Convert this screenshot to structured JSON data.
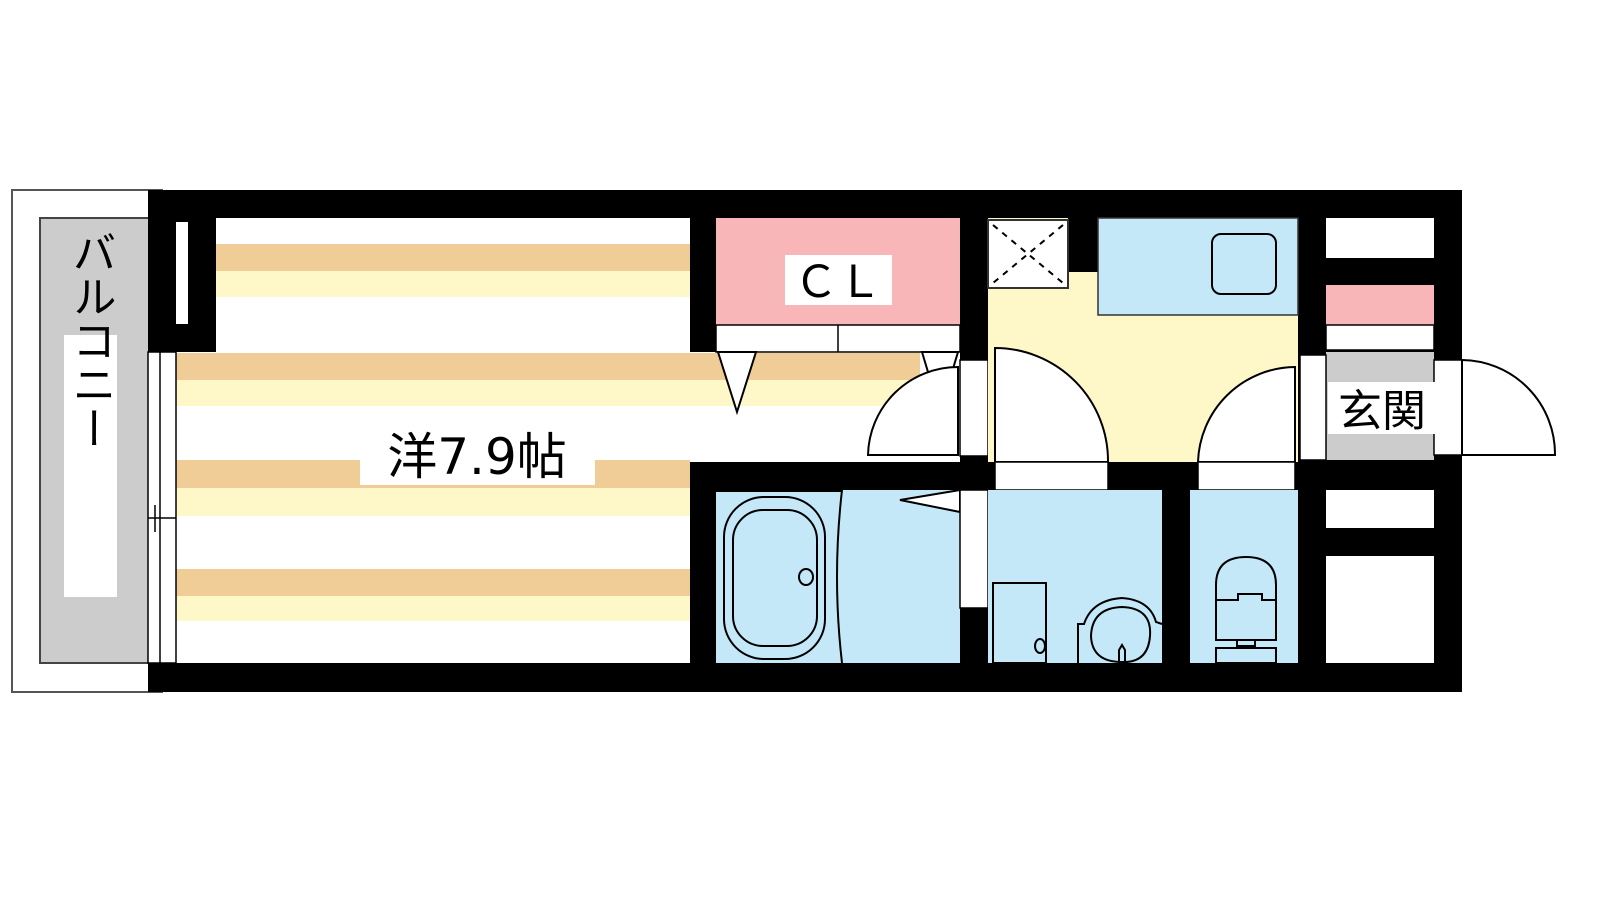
{
  "rooms": {
    "balcony": {
      "label": "バルコニー"
    },
    "western_room": {
      "label": "洋7.9帖"
    },
    "closet": {
      "label": "ＣＬ"
    },
    "entrance": {
      "label": "玄関"
    }
  },
  "colors": {
    "wall": "#000000",
    "floor_tan": "#f0cc97",
    "floor_cream": "#fef8c8",
    "closet": "#f8b6b8",
    "wet_area": "#c4e8f8",
    "kitchen": "#fef8c8",
    "balcony": "#cccccc",
    "entrance": "#cccccc"
  }
}
